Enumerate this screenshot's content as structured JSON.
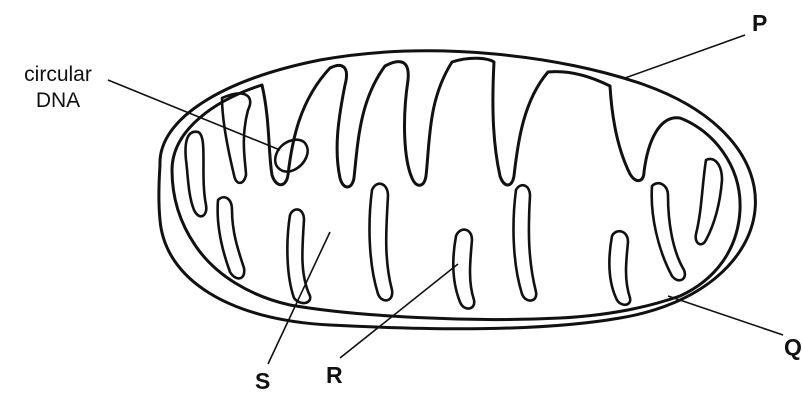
{
  "labels": {
    "circular_dna_line1": "circular",
    "circular_dna_line2": "DNA",
    "P": "P",
    "Q": "Q",
    "R": "R",
    "S": "S"
  }
}
